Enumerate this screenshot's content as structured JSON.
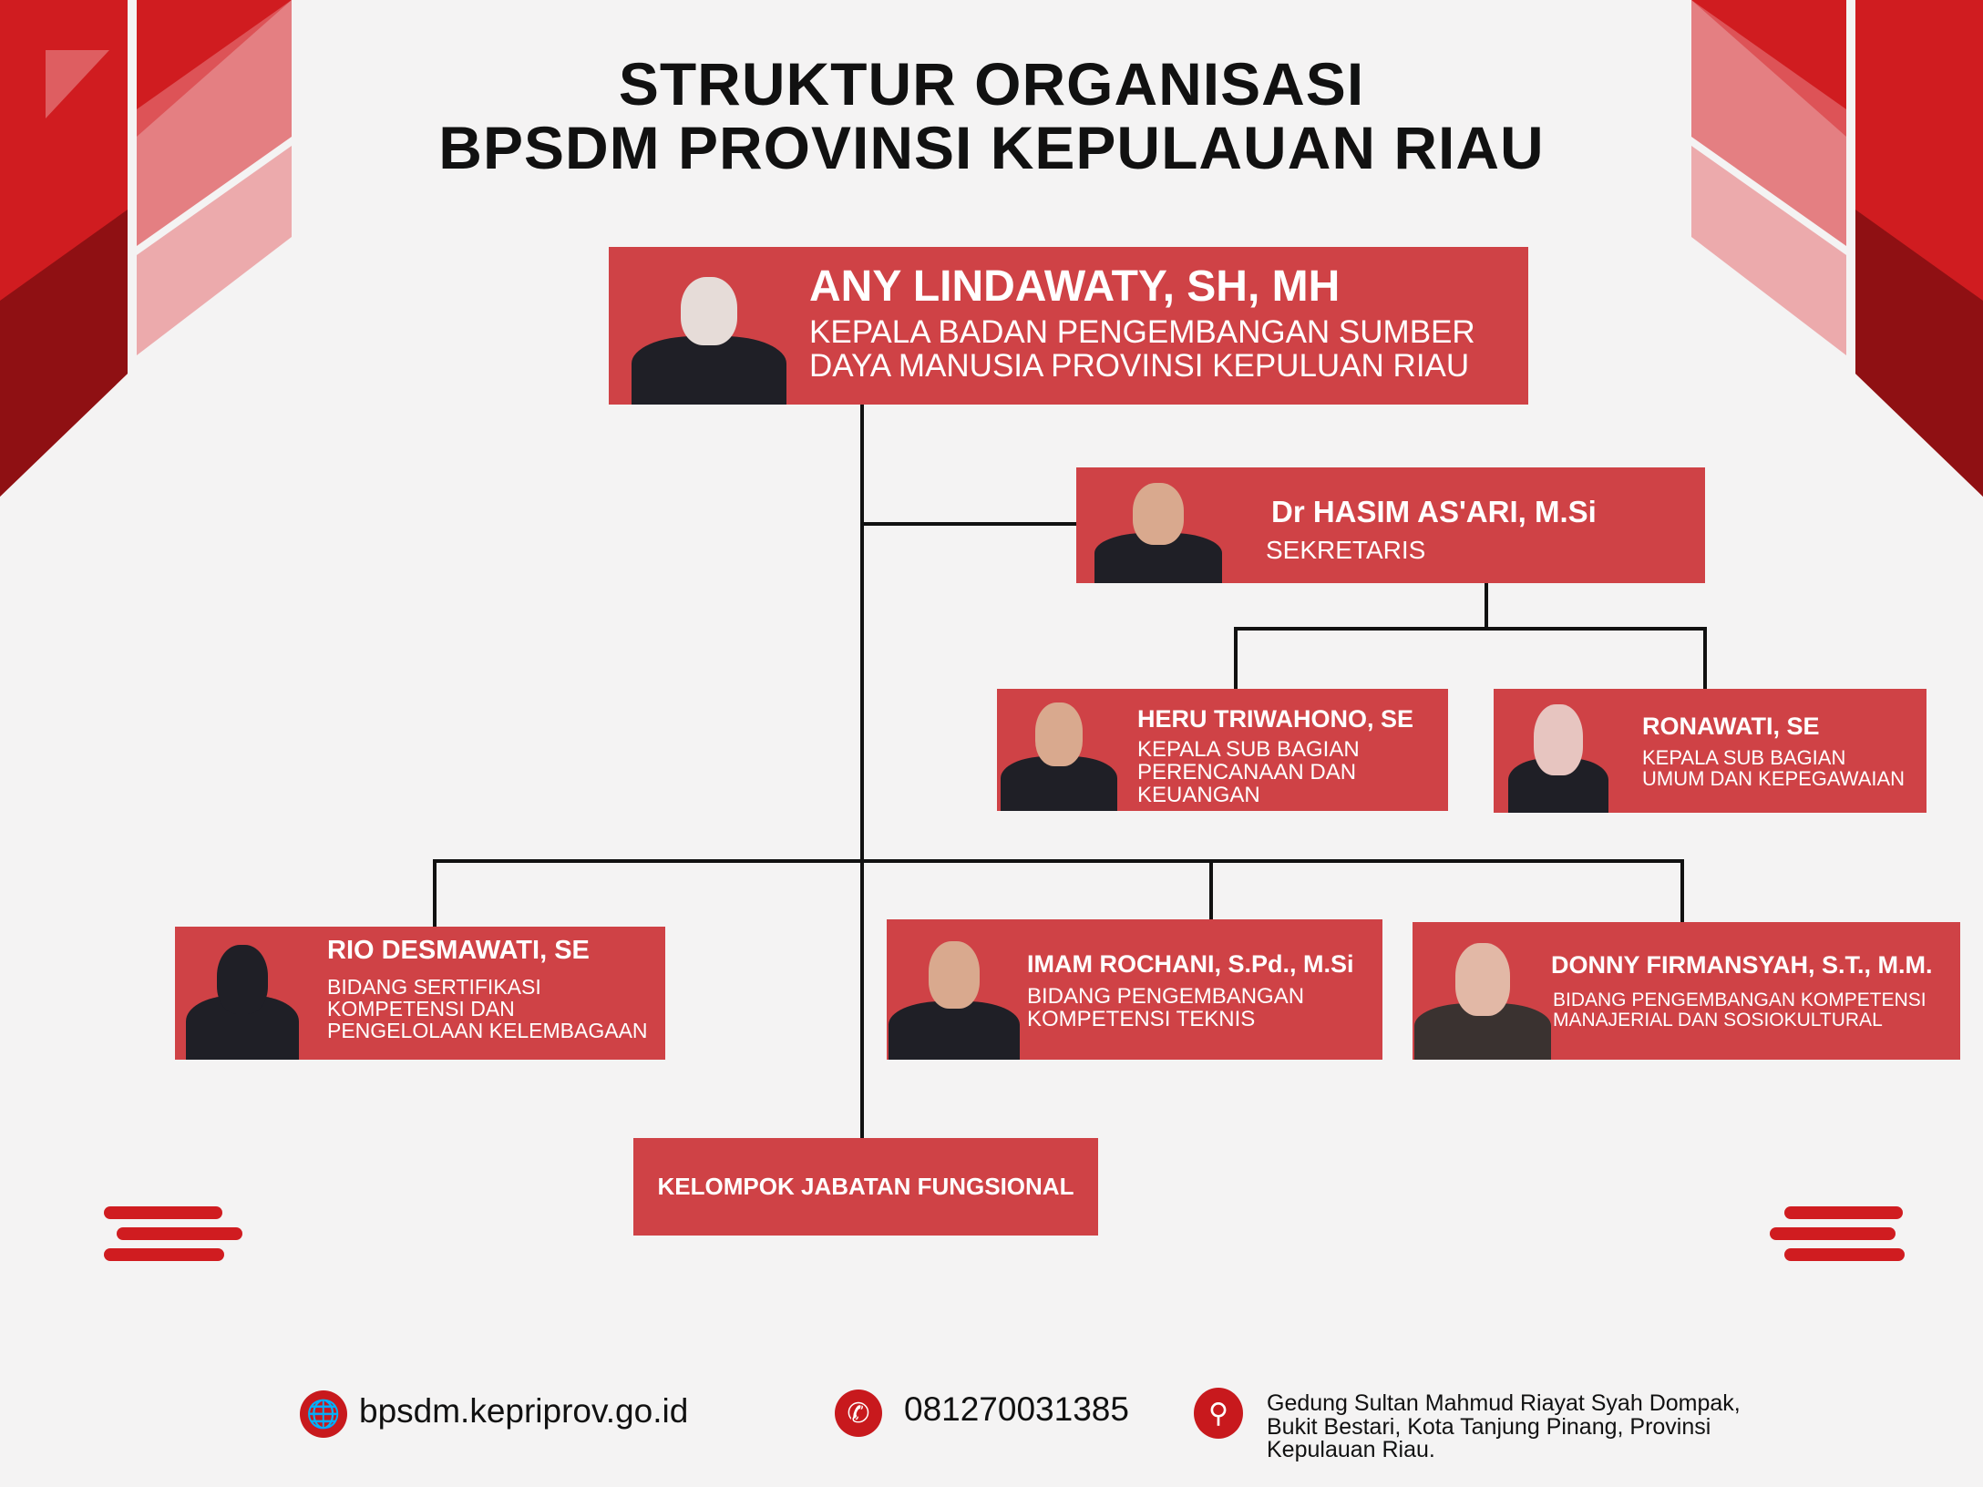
{
  "title": {
    "line1": "STRUKTUR ORGANISASI",
    "line2": "BPSDM PROVINSI KEPULAUAN RIAU"
  },
  "head": {
    "name": "ANY LINDAWATY, SH, MH",
    "role": "KEPALA BADAN PENGEMBANGAN SUMBER\nDAYA MANUSIA PROVINSI KEPULUAN RIAU"
  },
  "sekretaris": {
    "name": "Dr HASIM AS'ARI, M.Si",
    "role": "SEKRETARIS"
  },
  "heru": {
    "name": "HERU TRIWAHONO, SE",
    "role": "KEPALA SUB BAGIAN\nPERENCANAAN DAN\nKEUANGAN"
  },
  "ronawati": {
    "name": "RONAWATI, SE",
    "role": "KEPALA SUB BAGIAN\nUMUM DAN KEPEGAWAIAN"
  },
  "rio": {
    "name": "RIO DESMAWATI, SE",
    "role": "BIDANG SERTIFIKASI\nKOMPETENSI DAN\nPENGELOLAAN KELEMBAGAAN"
  },
  "imam": {
    "name": "IMAM ROCHANI, S.Pd., M.Si",
    "role": "BIDANG PENGEMBANGAN\nKOMPETENSI TEKNIS"
  },
  "donny": {
    "name": "DONNY FIRMANSYAH, S.T., M.M.",
    "role": "BIDANG PENGEMBANGAN KOMPETENSI\nMANAJERIAL DAN SOSIOKULTURAL"
  },
  "fungsional": {
    "label": "KELOMPOK JABATAN FUNGSIONAL"
  },
  "footer": {
    "website": "bpsdm.kepriprov.go.id",
    "phone": "081270031385",
    "address": "Gedung Sultan Mahmud Riayat Syah Dompak,\nBukit Bestari, Kota Tanjung Pinang, Provinsi\nKepulauan Riau.",
    "icons": [
      "globe-icon",
      "phone-icon",
      "location-pin-icon"
    ]
  },
  "colors": {
    "box": "#cf4246",
    "accent": "#c8191d"
  }
}
